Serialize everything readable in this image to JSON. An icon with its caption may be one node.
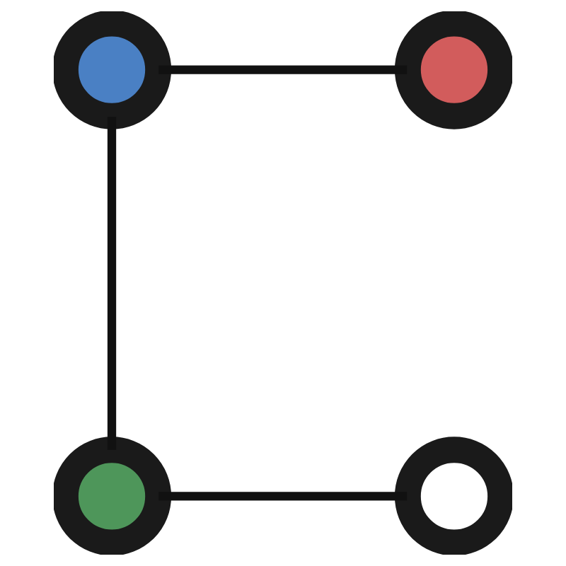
{
  "diagram": {
    "nodes": [
      {
        "text": [],
        "shape": "circle"
      },
      {
        "text": [],
        "shape": "circle"
      },
      {
        "text": [],
        "shape": "circle"
      },
      {
        "text": [],
        "shape": "circle"
      }
    ],
    "edges": [
      {
        "from": 0,
        "to": 1,
        "arrow": "none"
      },
      {
        "from": 0,
        "to": 2,
        "arrow": "none"
      },
      {
        "from": 2,
        "to": 3,
        "arrow": "none"
      }
    ]
  }
}
